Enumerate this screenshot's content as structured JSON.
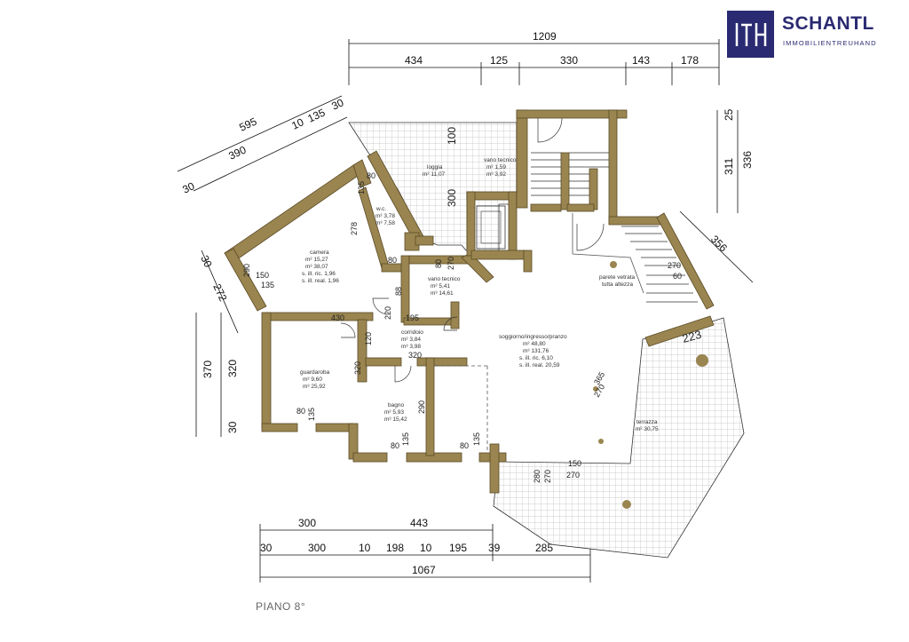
{
  "brand": {
    "name": "SCHANTL",
    "tagline": "IMMOBILIENTREUHAND",
    "monogram": "ITH",
    "color": "#2a2a72"
  },
  "floor_label": "PIANO 8°",
  "colors": {
    "wall": "#9a8550",
    "wall_stroke": "#5a4a26",
    "ink": "#111111",
    "grid": "#bbbbbb"
  },
  "dims": {
    "top_total": "1209",
    "top_parts": [
      "434",
      "125",
      "330",
      "143",
      "178"
    ],
    "left_diag": [
      "595",
      "390",
      "10",
      "135",
      "30",
      "30"
    ],
    "left_diag2": [
      "30",
      "272"
    ],
    "left_vert": [
      "370",
      "320",
      "30"
    ],
    "right_vert": [
      "25",
      "311",
      "336"
    ],
    "right_diag": "356",
    "bottom_row1": [
      "300",
      "443"
    ],
    "bottom_row2": [
      "30",
      "300",
      "10",
      "198",
      "10",
      "195",
      "39",
      "285"
    ],
    "bottom_total": "1067"
  },
  "rooms": {
    "loggia": {
      "name": "loggia",
      "line1": "m² 11,07"
    },
    "vano1": {
      "name": "vano tecnico",
      "line1": "m² 1,59",
      "line2": "m³ 3,92"
    },
    "wc": {
      "name": "w.c.",
      "line1": "m² 3,78",
      "line2": "m³ 7,58"
    },
    "camera": {
      "name": "camera",
      "line1": "m² 15,27",
      "line2": "m³ 38,07",
      "line3": "s. ill. ric. 1,96",
      "line4": "s. ill. real. 1,96"
    },
    "vano2": {
      "name": "vano tecnico",
      "line1": "m² 5,41",
      "line2": "m³ 14,61"
    },
    "corridoio": {
      "name": "corridoio",
      "line1": "m² 3,84",
      "line2": "m³ 3,98"
    },
    "guardaroba": {
      "name": "guardaroba",
      "line1": "m² 9,60",
      "line2": "m³ 25,92"
    },
    "bagno": {
      "name": "bagno",
      "line1": "m² 5,93",
      "line2": "m³ 15,42"
    },
    "soggiorno": {
      "name": "soggiorno/ingresso/pranzo",
      "line1": "m² 48,80",
      "line2": "m³ 131,76",
      "line3": "s. ill. ric. 6,10",
      "line4": "s. ill. real. 20,59"
    },
    "terrazza": {
      "name": "terrazza",
      "line1": "m² 30,75"
    },
    "parete": {
      "name": "parete vetrata",
      "line1": "tutta altezza"
    }
  },
  "labels": {
    "l100": "100",
    "l300": "300",
    "l80a": "80",
    "l135a": "135",
    "l278": "278",
    "l80b": "80",
    "l270a": "270",
    "l80c": "80",
    "l220": "220",
    "l88": "88",
    "l195": "195",
    "l430": "430",
    "l290a": "290",
    "l150a": "150",
    "l135b": "135",
    "l120": "120",
    "l320a": "320",
    "l320b": "320",
    "l80d": "80",
    "l135c": "135",
    "l290b": "290",
    "l80e": "80",
    "l135d": "135",
    "l80f": "80",
    "l135e": "135",
    "l270b": "270",
    "l60": "60",
    "l223": "223",
    "l365": "365",
    "l270c": "270",
    "l150b": "150",
    "l270d": "270",
    "l280": "280",
    "l270e": "270"
  }
}
